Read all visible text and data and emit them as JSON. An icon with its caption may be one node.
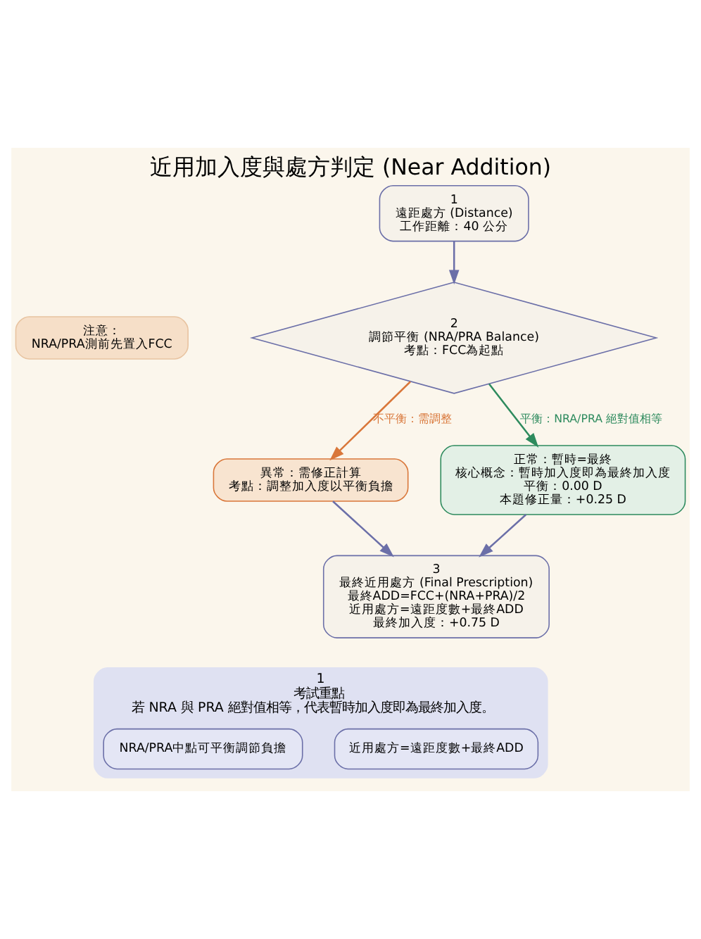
{
  "diagram": {
    "title": "近用加入度與處方判定 (Near Addition)",
    "nodes": [
      {
        "text": [
          "1",
          "遠距處方 (Distance)",
          "工作距離：40 公分"
        ]
      },
      {
        "text": [
          "2",
          "調節平衡 (NRA/PRA Balance)",
          "考點：FCC為起點"
        ]
      },
      {
        "text": [
          "注意：",
          "NRA/PRA測前先置入FCC"
        ]
      },
      {
        "text": [
          "異常：需修正計算",
          "考點：調整加入度以平衡負擔"
        ]
      },
      {
        "text": [
          "正常：暫時=最終",
          "核心概念：暫時加入度即為最終加入度",
          "平衡：0.00 D",
          "本題修正量：+0.25 D"
        ]
      },
      {
        "text": [
          "3",
          "最終近用處方 (Final Prescription)",
          "最終ADD=FCC+(NRA+PRA)/2",
          "近用處方=遠距度數+最終ADD",
          "最終加入度：+0.75 D"
        ]
      },
      {
        "text": [
          "1",
          "考試重點",
          "若 NRA 與 PRA 絕對值相等，代表暫時加入度即為最終加入度。"
        ]
      },
      {
        "text": [
          "近用處方=遠距度數+最終ADD"
        ],
        "in": 6
      },
      {
        "text": [
          "NRA/PRA中點可平衡調節負擔"
        ],
        "in": 6
      }
    ],
    "edges": [
      {
        "from": 0,
        "to": 1,
        "arrow": "to"
      },
      {
        "from": 1,
        "to": 3,
        "arrow": "to",
        "label": "不平衡：需調整",
        "color": "#d9773a"
      },
      {
        "from": 1,
        "to": 4,
        "arrow": "to",
        "label": "平衡：NRA/PRA 絕對值相等",
        "color": "#2e8b5e"
      },
      {
        "from": 3,
        "to": 5,
        "arrow": "to"
      },
      {
        "from": 4,
        "to": 5,
        "arrow": "to"
      }
    ]
  }
}
